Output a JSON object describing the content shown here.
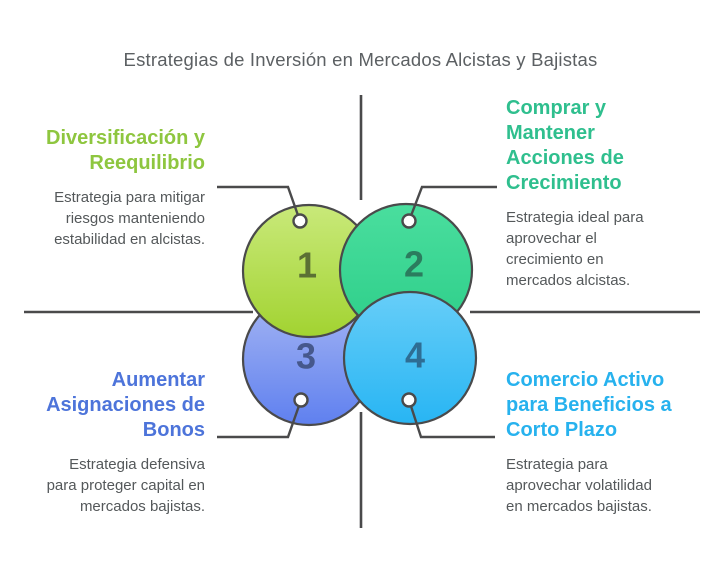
{
  "title": "Estrategias de Inversión en Mercados Alcistas y Bajistas",
  "colors": {
    "outline": "#4a4a4b",
    "title_text": "#5c6063",
    "body_text": "#54585a",
    "background": "#ffffff"
  },
  "items": [
    {
      "number": "1",
      "heading": "Diversificación y\nReequilibrio",
      "description": "Estrategia para mitigar\nriesgos manteniendo\nestabilidad en alcistas.",
      "accent": "#8ec63f",
      "circle_top": "#c9e97a",
      "circle_bottom": "#a2d331",
      "number_color": "#5b7034"
    },
    {
      "number": "2",
      "heading": "Comprar y\nMantener\nAcciones de\nCrecimiento",
      "description": "Estrategia ideal para\naprovechar el\ncrecimiento en\nmercados alcistas.",
      "accent": "#2fbf8e",
      "circle_top": "#4ade9e",
      "circle_bottom": "#2dce89",
      "number_color": "#2b7c5e"
    },
    {
      "number": "3",
      "heading": "Aumentar\nAsignaciones de\nBonos",
      "description": "Estrategia defensiva\npara proteger capital en\nmercados bajistas.",
      "accent": "#4d74da",
      "circle_top": "#a7b7f3",
      "circle_bottom": "#5f80ef",
      "number_color": "#46588c"
    },
    {
      "number": "4",
      "heading": "Comercio Activo\npara Beneficios a\nCorto Plazo",
      "description": "Estrategia para\naprovechar volatilidad\nen mercados bajistas.",
      "accent": "#27b2ee",
      "circle_top": "#67cef8",
      "circle_bottom": "#28b5f3",
      "number_color": "#2e6d94"
    }
  ]
}
